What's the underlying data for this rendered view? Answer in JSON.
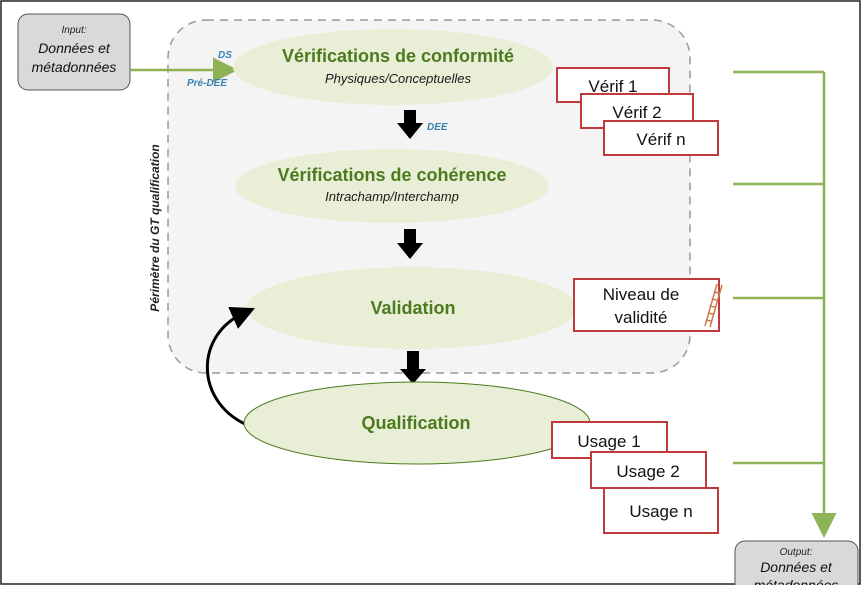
{
  "input": {
    "heading": "Input:",
    "line1": "Données et",
    "line2": "métadonnées"
  },
  "output": {
    "heading": "Output:",
    "line1": "Données et",
    "line2": "métadonnées"
  },
  "labels": {
    "ds": "DS",
    "pre_dee": "Pré-DEE",
    "dee": "DEE"
  },
  "perimeter_label": "Périmètre du GT qualification",
  "steps": [
    {
      "title": "Vérifications de conformité",
      "subtitle": "Physiques/Conceptuelles"
    },
    {
      "title": "Vérifications de cohérence",
      "subtitle": "Intrachamp/Interchamp"
    },
    {
      "title": "Validation",
      "subtitle": ""
    },
    {
      "title": "Qualification",
      "subtitle": ""
    }
  ],
  "verif_boxes": [
    "Vérif 1",
    "Vérif 2",
    "Vérif n"
  ],
  "validity_box": {
    "line1": "Niveau de",
    "line2": "validité"
  },
  "usage_boxes": [
    "Usage 1",
    "Usage 2",
    "Usage n"
  ],
  "colors": {
    "ellipse_fill": "#e8efd6",
    "title_green": "#4d7a1f",
    "arrow_green": "#8db356",
    "box_border": "#c0393b",
    "io_fill": "#d9d9d9",
    "label_blue": "#3a7fb0",
    "dashed_border": "#9a9a9a"
  }
}
